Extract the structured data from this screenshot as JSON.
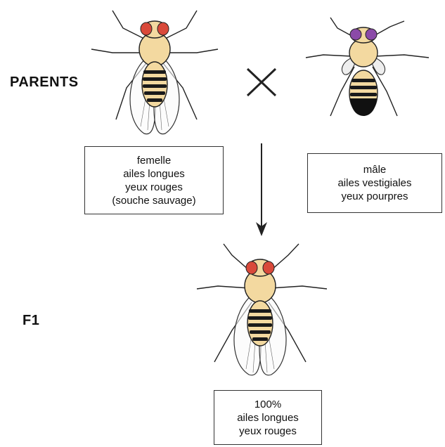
{
  "generations": {
    "parents_label": "PARENTS",
    "f1_label": "F1"
  },
  "cross_symbol": "×",
  "female": {
    "sex": "femelle",
    "wings": "ailes longues",
    "eyes": "yeux rouges",
    "strain": "(souche sauvage)",
    "eye_color": "#d9493a"
  },
  "male": {
    "sex": "mâle",
    "wings": "ailes vestigiales",
    "eyes": "yeux pourpres",
    "eye_color": "#8b4aa8"
  },
  "f1": {
    "percent": "100%",
    "wings": "ailes longues",
    "eyes": "yeux rouges",
    "eye_color": "#d9493a"
  },
  "colors": {
    "body": "#f3d9a0",
    "stripes": "#1a1a1a",
    "line": "#222222"
  },
  "icons": [
    "fly-female-icon",
    "fly-male-icon",
    "fly-f1-icon",
    "cross-icon",
    "arrow-down-icon"
  ]
}
